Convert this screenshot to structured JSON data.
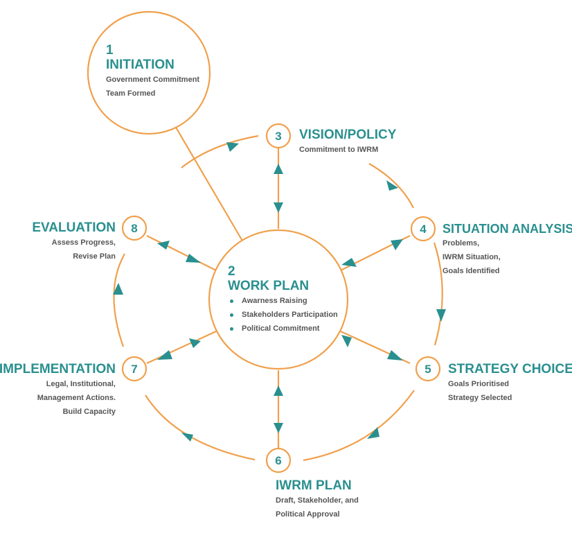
{
  "colors": {
    "accent": "#2a8f8f",
    "line": "#f0a04b",
    "text": "#555555"
  },
  "steps": {
    "initiation": {
      "num": "1",
      "title": "INITIATION",
      "lines": [
        "Government Commitment",
        "Team Formed"
      ]
    },
    "work_plan": {
      "num": "2",
      "title": "WORK PLAN",
      "bullets": [
        "Awarness Raising",
        "Stakeholders Participation",
        "Political Commitment"
      ]
    },
    "vision": {
      "num": "3",
      "title": "VISION/POLICY",
      "lines": [
        "Commitment to IWRM"
      ]
    },
    "situation": {
      "num": "4",
      "title": "SITUATION ANALYSIS",
      "lines": [
        "Problems,",
        "IWRM Situation,",
        "Goals Identified"
      ]
    },
    "strategy": {
      "num": "5",
      "title": "STRATEGY CHOICE",
      "lines": [
        "Goals Prioritised",
        "Strategy Selected"
      ]
    },
    "iwrm_plan": {
      "num": "6",
      "title": "IWRM PLAN",
      "lines": [
        "Draft, Stakeholder, and",
        "Political Approval"
      ]
    },
    "implementation": {
      "num": "7",
      "title": "IMPLEMENTATION",
      "lines": [
        "Legal, Institutional,",
        "Management Actions.",
        "Build Capacity"
      ]
    },
    "evaluation": {
      "num": "8",
      "title": "EVALUATION",
      "lines": [
        "Assess Progress,",
        "Revise Plan"
      ]
    }
  }
}
